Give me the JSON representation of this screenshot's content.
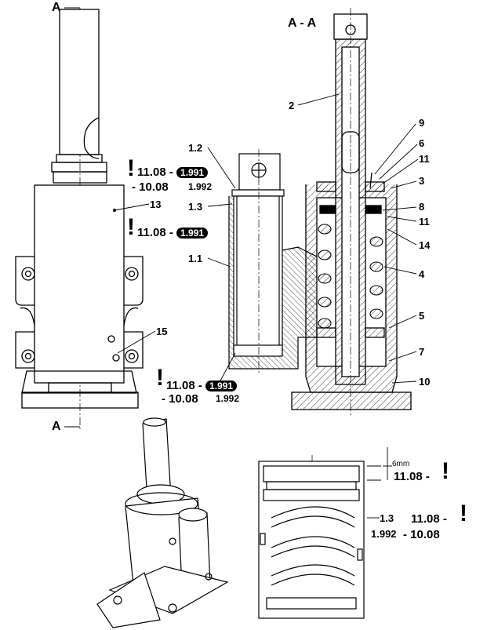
{
  "section_marks": {
    "top_a": "A",
    "bottom_a": "A",
    "section_title": "A - A"
  },
  "callouts": [
    {
      "id": "c2",
      "text": "2"
    },
    {
      "id": "c9",
      "text": "9"
    },
    {
      "id": "c6",
      "text": "6"
    },
    {
      "id": "c11a",
      "text": "11"
    },
    {
      "id": "c3",
      "text": "3"
    },
    {
      "id": "c8",
      "text": "8"
    },
    {
      "id": "c11b",
      "text": "11"
    },
    {
      "id": "c14",
      "text": "14"
    },
    {
      "id": "c4",
      "text": "4"
    },
    {
      "id": "c5",
      "text": "5"
    },
    {
      "id": "c7",
      "text": "7"
    },
    {
      "id": "c10",
      "text": "10"
    },
    {
      "id": "c13",
      "text": "13"
    },
    {
      "id": "c15",
      "text": "15"
    },
    {
      "id": "c12",
      "text": "1.2"
    },
    {
      "id": "c13b",
      "text": "1.3"
    },
    {
      "id": "c11c",
      "text": "1.1"
    }
  ],
  "revisions": {
    "r1": {
      "excl": "!",
      "line1_prefix": "11.08 -",
      "line1_pill": "1.991",
      "line2": "- 10.08",
      "line2_sub": "1.992"
    },
    "r2": {
      "excl": "!",
      "line1_prefix": "11.08 -",
      "line1_pill": "1.991"
    },
    "r3": {
      "excl": "!",
      "line1_prefix": "11.08 -",
      "line1_pill": "1.991",
      "line2": "- 10.08",
      "line2_sub": "1.992"
    },
    "r4": {
      "dim": "6mm",
      "text": "11.08 -",
      "excl": "!"
    },
    "r5": {
      "part": "1.3",
      "text": "11.08 -",
      "excl": "!",
      "sub1": "1.992",
      "sub2": "- 10.08"
    }
  }
}
